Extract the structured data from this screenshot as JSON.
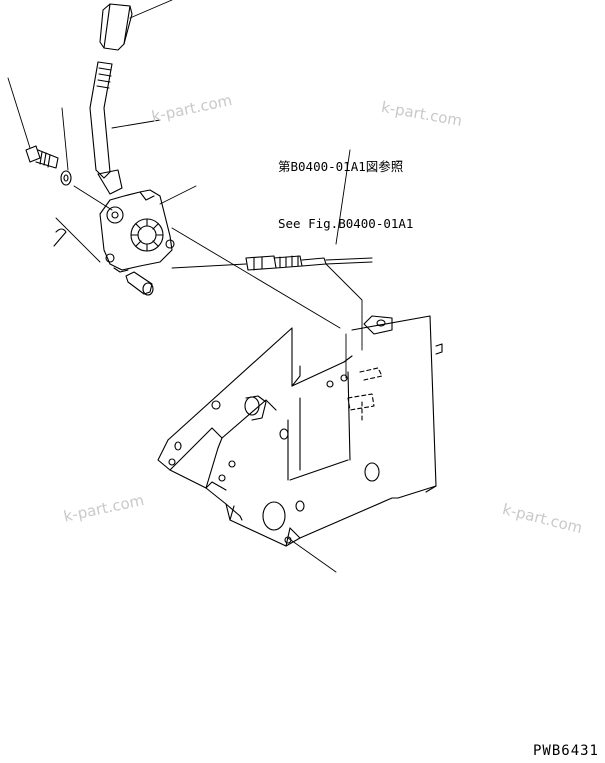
{
  "reference_note": {
    "line1": "第B0400-01A1図参照",
    "line2": "See Fig.B0400-01A1"
  },
  "watermarks": [
    "k-part.com",
    "k-part.com",
    "k-part.com",
    "k-part.com"
  ],
  "figure_id": "PWB6431",
  "colors": {
    "line": "#000000",
    "watermark": "#c9c9c9",
    "background": "#ffffff"
  }
}
